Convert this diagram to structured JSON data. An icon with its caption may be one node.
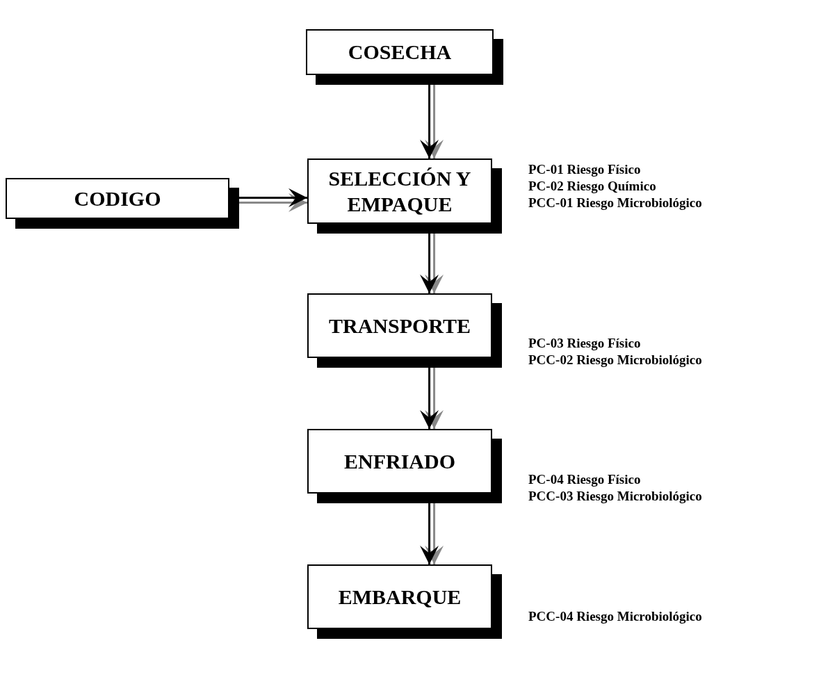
{
  "diagram": {
    "nodes": [
      {
        "text": [
          "COSECHA"
        ]
      },
      {
        "text": [
          "CODIGO"
        ]
      },
      {
        "text": [
          "SELECCIÓN Y EMPAQUE"
        ],
        "beside": [
          "PC-01 Riesgo Físico",
          "PC-02 Riesgo Químico",
          "PCC-01 Riesgo Microbiológico"
        ]
      },
      {
        "text": [
          "TRANSPORTE"
        ],
        "beside": [
          "PC-03 Riesgo Físico",
          "PCC-02 Riesgo Microbiológico"
        ]
      },
      {
        "text": [
          "ENFRIADO"
        ],
        "beside": [
          "PC-04 Riesgo Físico",
          "PCC-03 Riesgo Microbiológico"
        ]
      },
      {
        "text": [
          "EMBARQUE"
        ],
        "beside": [
          "PCC-04 Riesgo Microbiológico"
        ]
      }
    ],
    "edges": [
      {
        "from": 0,
        "to": 2,
        "arrow": "to"
      },
      {
        "from": 1,
        "to": 2,
        "arrow": "to"
      },
      {
        "from": 2,
        "to": 3,
        "arrow": "to"
      },
      {
        "from": 3,
        "to": 4,
        "arrow": "to"
      },
      {
        "from": 4,
        "to": 5,
        "arrow": "to"
      }
    ]
  }
}
